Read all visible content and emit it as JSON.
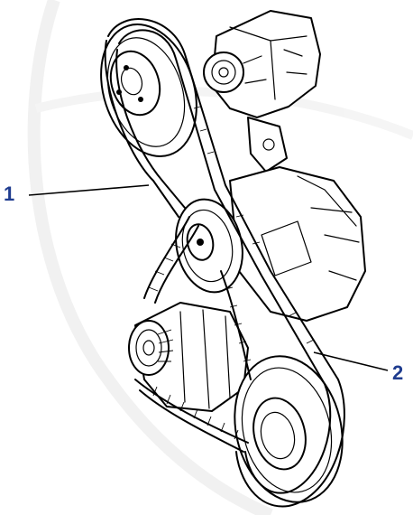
{
  "callouts": [
    {
      "label": "1",
      "part": "belt"
    },
    {
      "label": "2",
      "part": "belt"
    }
  ],
  "colors": {
    "callout_text": "#1f3c8f",
    "line_art": "#000000",
    "background": "#ffffff",
    "watermark": "#e6e6e6"
  }
}
